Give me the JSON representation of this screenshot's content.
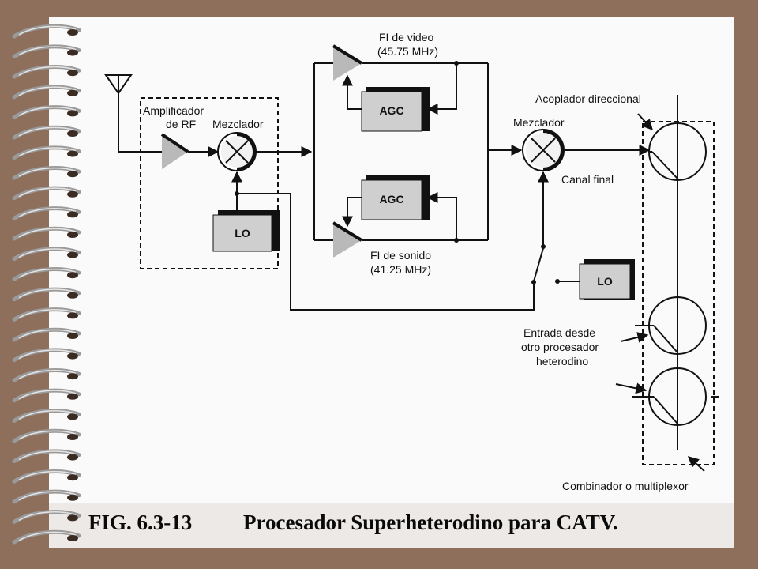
{
  "caption": {
    "figure_number": "FIG. 6.3-13",
    "title": "Procesador Superheterodino para CATV."
  },
  "labels": {
    "amplificador_line1": "Amplificador",
    "amplificador_line2": "de RF",
    "mezclador_1": "Mezclador",
    "lo_1": "LO",
    "fi_video_line1": "FI de video",
    "fi_video_line2": "(45.75 MHz)",
    "agc_video": "AGC",
    "agc_sonido": "AGC",
    "fi_sonido_line1": "FI de sonido",
    "fi_sonido_line2": "(41.25 MHz)",
    "mezclador_2": "Mezclador",
    "canal_final": "Canal final",
    "lo_2": "LO",
    "acoplador": "Acoplador direccional",
    "entrada_line1": "Entrada desde",
    "entrada_line2": "otro procesador",
    "entrada_line3": "heterodino",
    "combinador": "Combinador o multiplexor"
  },
  "colors": {
    "background": "#8d6f5c",
    "sheet": "#fafafa",
    "block_fill": "#cfcfcf",
    "amp_fill": "#b9b9b9"
  },
  "decor": {
    "binding": "spiral-notebook-rings"
  }
}
